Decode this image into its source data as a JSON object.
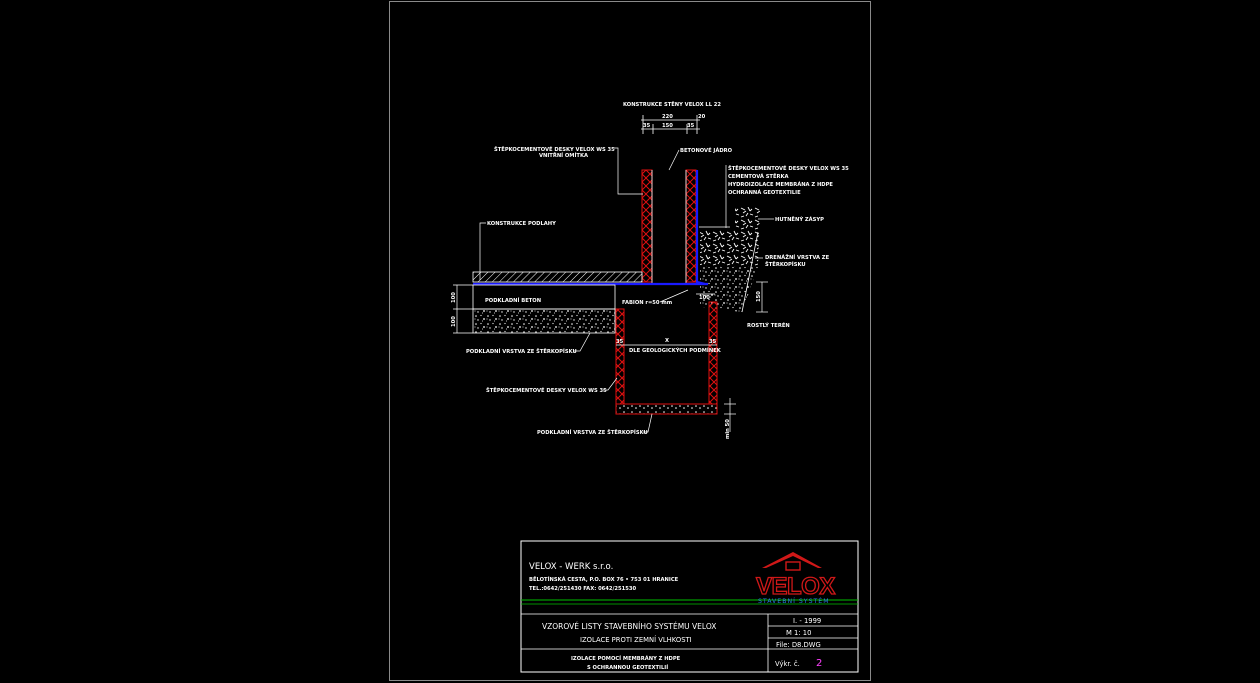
{
  "drawing": {
    "wall_title": "KONSTRUKCE STĚNY VELOX LL 22",
    "dim_220": "220",
    "dim_20": "20",
    "dim_35a": "35",
    "dim_150": "150",
    "dim_35b": "35",
    "left_label_1": "ŠTĚPKOCEMENTOVÉ DESKY VELOX WS 35",
    "left_label_2": "VNITŘNÍ OMÍTKA",
    "core_label": "BETONOVÉ JÁDRO",
    "right_labels": [
      "ŠTĚPKOCEMENTOVÉ DESKY VELOX WS 35",
      "CEMENTOVÁ STĚRKA",
      "HYDROIZOLACE MEMBRÁNA Z HDPE",
      "OCHRANNÁ GEOTEXTILIE"
    ],
    "fill_label": "HUTNĚNÝ ZÁSYP",
    "drain_label_1": "DRENÁŽNÍ VRSTVA ZE",
    "drain_label_2": "ŠTĚRKOPÍSKU",
    "floor_label": "KONSTRUKCE PODLAHY",
    "base_concrete": "PODKLADNÍ BETON",
    "fabion": "FABION r=50 mm",
    "dim_100_right": "100",
    "dim_150_right": "150",
    "terrain": "ROSTLÝ TERÉN",
    "dim_left_top": "100",
    "dim_left_bottom": "100",
    "dim_35_left": "35",
    "dim_x": "X",
    "dim_35_right": "35",
    "geo_label": "DLE GEOLOGICKÝCH PODMÍNEK",
    "gravel_label_1": "PODKLADNÍ VRSTVA ZE ŠTĚRKOPÍSKU",
    "footing_label": "ŠTĚPKOCEMENTOVÉ DESKY VELOX WS 35",
    "gravel_label_2": "PODKLADNÍ VRSTVA ZE ŠTĚRKOPÍSKU",
    "dim_min50": "min 50"
  },
  "title_block": {
    "company": "VELOX - WERK s.r.o.",
    "address": "BĚLOTÍNSKÁ CESTA, P.O. BOX 76 • 753 01 HRANICE",
    "contact": "TEL.:0642/251430   FAX: 0642/251530",
    "logo_text": "VELOX",
    "logo_sub": "STAVEBNÍ SYSTÉM",
    "series_title": "VZOROVÉ LISTY STAVEBNÍHO SYSTÉMU VELOX",
    "topic": "IZOLACE PROTI ZEMNÍ VLHKOSTI",
    "sheet_desc_1": "IZOLACE POMOCÍ MEMBRÁNY Z HDPE",
    "sheet_desc_2": "S OCHRANNOU GEOTEXTILIÍ",
    "date": "I. - 1999",
    "scale": "M 1: 10",
    "file": "File: D8.DWG",
    "sheet_no_label": "Výkr. č.",
    "sheet_no": "2"
  },
  "colors": {
    "background": "#000000",
    "lines": "#ffffff",
    "board_red": "#e01010",
    "membrane_blue": "#1a1aff",
    "title_green": "#00c000",
    "logo_red": "#d01818",
    "sheet_no_magenta": "#ff40ff"
  }
}
